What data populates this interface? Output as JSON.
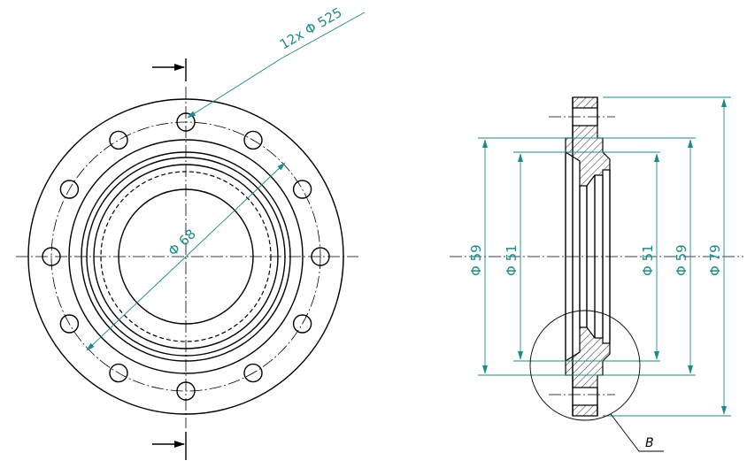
{
  "front_view": {
    "bolt_callout": "12x Φ 525",
    "bore_dim": "Φ 68"
  },
  "section_view": {
    "dims": {
      "outer_left": "Φ 59",
      "inner_left": "Φ 51",
      "inner_right": "Φ 51",
      "outer_right": "Φ 59",
      "overall": "Φ 79"
    },
    "detail_label": "B"
  },
  "colors": {
    "dimension": "#1f8a8a",
    "geometry": "#000000"
  }
}
